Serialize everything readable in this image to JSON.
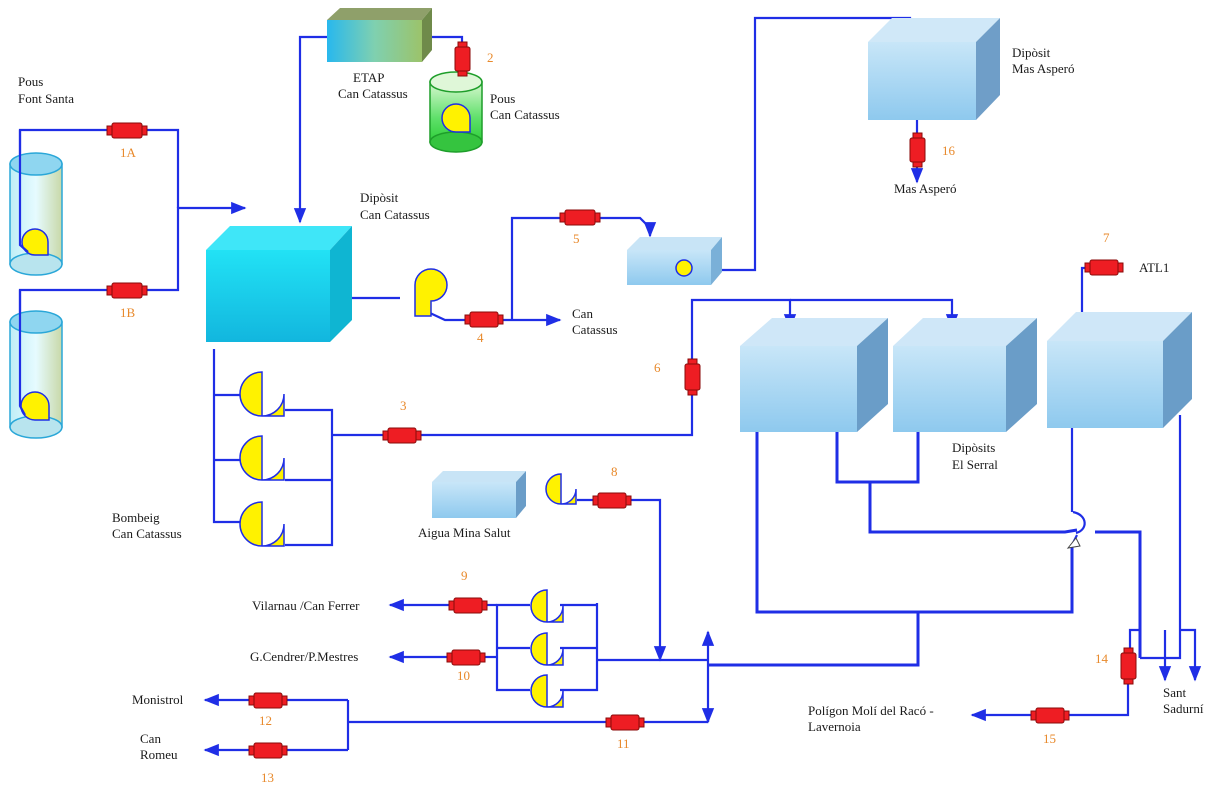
{
  "labels": {
    "pous_font_santa": [
      "Pous",
      "Font Santa"
    ],
    "etap": [
      "ETAP",
      "Can Catassus"
    ],
    "pous_can_catassus": [
      "Pous",
      "Can Catassus"
    ],
    "diposit_can_catassus": [
      "Dipòsit",
      "Can Catassus"
    ],
    "can_catassus_out": [
      "Can",
      "Catassus"
    ],
    "bombeig": [
      "Bombeig",
      "Can Catassus"
    ],
    "diposit_mas_aspero": [
      "Dipòsit",
      "Mas Asperó"
    ],
    "mas_aspero": "Mas Asperó",
    "atl1": "ATL1",
    "diposits_el_serral": [
      "Dipòsits",
      "El Serral"
    ],
    "aigua_mina_salut": "Aigua Mina Salut",
    "vilarnau": "Vilarnau /Can Ferrer",
    "gcendrer": "G.Cendrer/P.Mestres",
    "monistrol": "Monistrol",
    "can_romeu": [
      "Can",
      "Romeu"
    ],
    "poligon": [
      "Polígon Molí del Racó -",
      "Lavernoia"
    ],
    "sant_sadurni": [
      "Sant",
      "Sadurní"
    ]
  },
  "meters": {
    "m1a": "1A",
    "m1b": "1B",
    "m2": "2",
    "m3": "3",
    "m4": "4",
    "m5": "5",
    "m6": "6",
    "m7": "7",
    "m8": "8",
    "m9": "9",
    "m10": "10",
    "m11": "11",
    "m12": "12",
    "m13": "13",
    "m14": "14",
    "m15": "15",
    "m16": "16"
  },
  "colors": {
    "pipe": "#1f2ee6",
    "meter": "#ee1d23",
    "pump": "#fff200",
    "number": "#e8892b",
    "tank_face": "#a9d8f2",
    "tank_cyan": "#19d6f0"
  }
}
